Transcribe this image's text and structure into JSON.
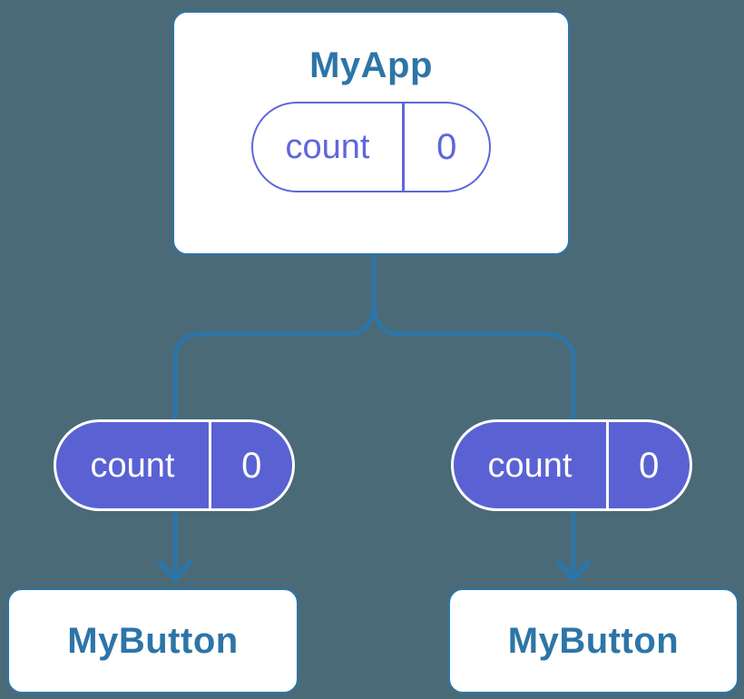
{
  "colors": {
    "background": "#4a6a78",
    "line_blue": "#2d75a7",
    "card_fill": "#ffffff",
    "card_border_blue": "#2d75a7",
    "title_blue": "#2d75a7",
    "pill_purple_fill": "#5a62d3",
    "pill_purple_outline": "#5f67da",
    "pill_text_white": "#ffffff"
  },
  "diagram": {
    "type": "component-tree",
    "root": {
      "title": "MyApp",
      "state": {
        "label": "count",
        "value": "0"
      }
    },
    "children": [
      {
        "title": "MyButton",
        "prop": {
          "label": "count",
          "value": "0"
        }
      },
      {
        "title": "MyButton",
        "prop": {
          "label": "count",
          "value": "0"
        }
      }
    ]
  }
}
